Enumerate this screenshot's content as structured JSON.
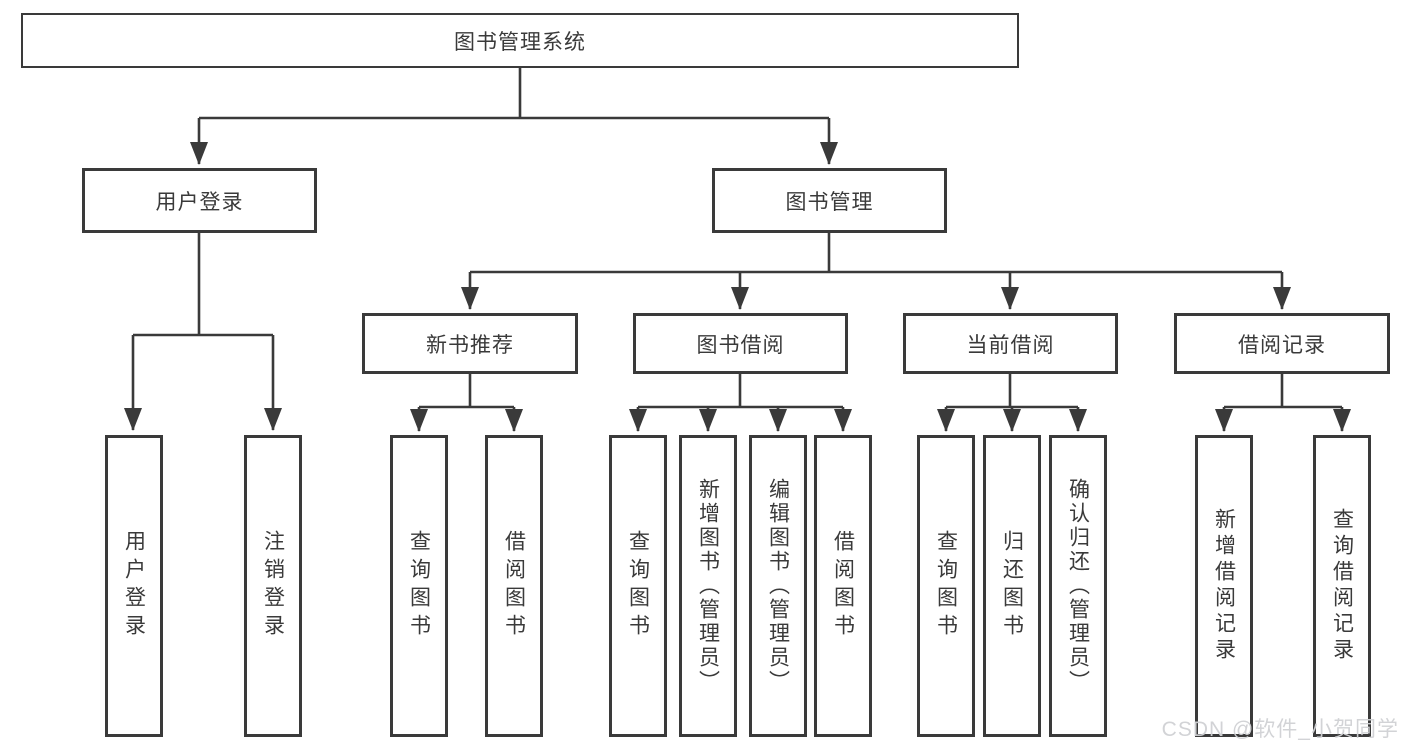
{
  "diagram": {
    "title": "图书管理系统",
    "line_color": "#3a3a3a",
    "background_color": "#ffffff",
    "nodes": {
      "root": {
        "label": "图书管理系统",
        "level": 1
      },
      "user_login": {
        "label": "用户登录",
        "level": 2
      },
      "book_mgmt": {
        "label": "图书管理",
        "level": 2
      },
      "new_book_rec": {
        "label": "新书推荐",
        "level": 3
      },
      "book_borrow": {
        "label": "图书借阅",
        "level": 3
      },
      "current_borrow": {
        "label": "当前借阅",
        "level": 3
      },
      "borrow_record": {
        "label": "借阅记录",
        "level": 3
      },
      "leaf_user_login": {
        "label": "用户登录",
        "level": 4
      },
      "leaf_logout": {
        "label": "注销登录",
        "level": 4
      },
      "leaf_query_book_1": {
        "label": "查询图书",
        "level": 4
      },
      "leaf_borrow_book_1": {
        "label": "借阅图书",
        "level": 4
      },
      "leaf_query_book_2": {
        "label": "查询图书",
        "level": 4
      },
      "leaf_add_book": {
        "label": "新增图书（管理员）",
        "level": 4
      },
      "leaf_edit_book": {
        "label": "编辑图书（管理员）",
        "level": 4
      },
      "leaf_borrow_book_2": {
        "label": "借阅图书",
        "level": 4
      },
      "leaf_query_book_3": {
        "label": "查询图书",
        "level": 4
      },
      "leaf_return_book": {
        "label": "归还图书",
        "level": 4
      },
      "leaf_confirm_return": {
        "label": "确认归还（管理员）",
        "level": 4
      },
      "leaf_add_record": {
        "label": "新增借阅记录",
        "level": 4
      },
      "leaf_query_record": {
        "label": "查询借阅记录",
        "level": 4
      }
    },
    "edges": [
      [
        "root",
        "user_login"
      ],
      [
        "root",
        "book_mgmt"
      ],
      [
        "user_login",
        "leaf_user_login"
      ],
      [
        "user_login",
        "leaf_logout"
      ],
      [
        "book_mgmt",
        "new_book_rec"
      ],
      [
        "book_mgmt",
        "book_borrow"
      ],
      [
        "book_mgmt",
        "current_borrow"
      ],
      [
        "book_mgmt",
        "borrow_record"
      ],
      [
        "new_book_rec",
        "leaf_query_book_1"
      ],
      [
        "new_book_rec",
        "leaf_borrow_book_1"
      ],
      [
        "book_borrow",
        "leaf_query_book_2"
      ],
      [
        "book_borrow",
        "leaf_add_book"
      ],
      [
        "book_borrow",
        "leaf_edit_book"
      ],
      [
        "book_borrow",
        "leaf_borrow_book_2"
      ],
      [
        "current_borrow",
        "leaf_query_book_3"
      ],
      [
        "current_borrow",
        "leaf_return_book"
      ],
      [
        "current_borrow",
        "leaf_confirm_return"
      ],
      [
        "borrow_record",
        "leaf_add_record"
      ],
      [
        "borrow_record",
        "leaf_query_record"
      ]
    ],
    "watermark": "CSDN @软件_小贺同学"
  }
}
